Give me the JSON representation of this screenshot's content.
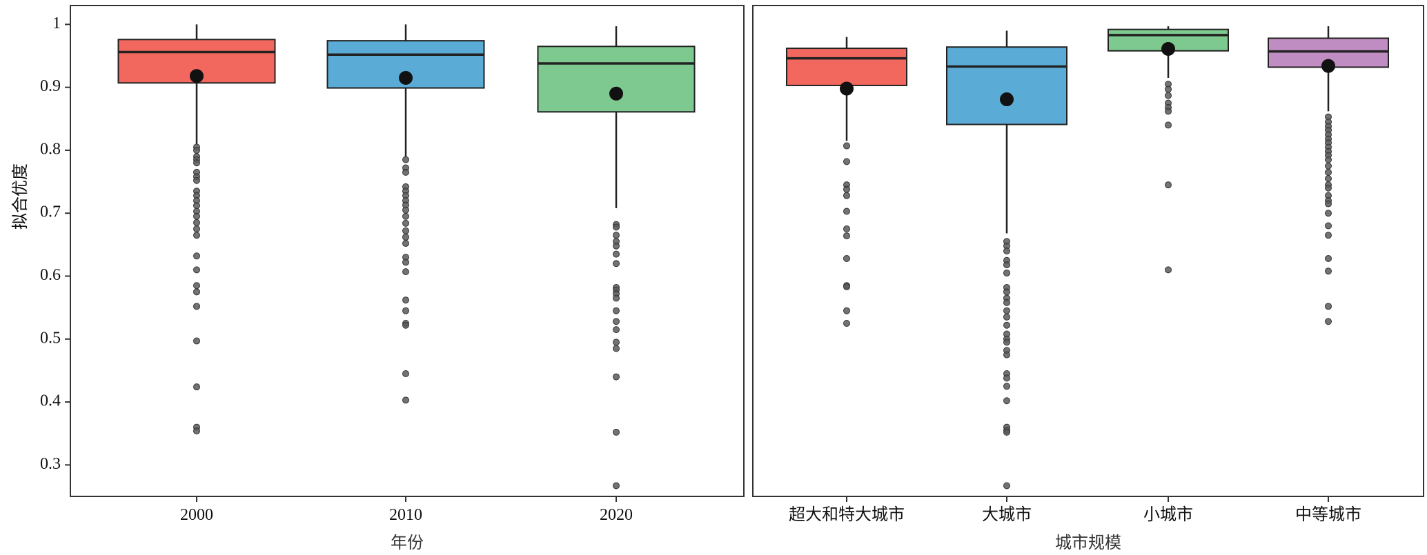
{
  "chart_data": {
    "type": "box",
    "ylabel": "拟合优度",
    "ylim": [
      0.25,
      1.03
    ],
    "y_ticks": [
      0.3,
      0.4,
      0.5,
      0.6,
      0.7,
      0.8,
      0.9,
      1
    ],
    "y_tick_labels": [
      "0.3",
      "0.4",
      "0.5",
      "0.6",
      "0.7",
      "0.8",
      "0.9",
      "1"
    ],
    "grid": false,
    "panels": [
      {
        "xlabel": "年份",
        "categories": [
          "2000",
          "2010",
          "2020"
        ],
        "boxes": [
          {
            "name": "2000",
            "color": "#F2685F",
            "whisker_low": 0.81,
            "q1": 0.907,
            "median": 0.956,
            "q3": 0.976,
            "whisker_high": 1.0,
            "mean": 0.918,
            "outliers": [
              0.805,
              0.8,
              0.79,
              0.785,
              0.78,
              0.765,
              0.758,
              0.752,
              0.735,
              0.728,
              0.72,
              0.712,
              0.703,
              0.695,
              0.685,
              0.675,
              0.665,
              0.632,
              0.61,
              0.585,
              0.575,
              0.552,
              0.497,
              0.424,
              0.36,
              0.354
            ]
          },
          {
            "name": "2010",
            "color": "#5AACD6",
            "whisker_low": 0.79,
            "q1": 0.899,
            "median": 0.952,
            "q3": 0.974,
            "whisker_high": 1.0,
            "mean": 0.915,
            "outliers": [
              0.785,
              0.772,
              0.765,
              0.742,
              0.735,
              0.728,
              0.72,
              0.713,
              0.705,
              0.695,
              0.684,
              0.672,
              0.662,
              0.652,
              0.63,
              0.622,
              0.607,
              0.562,
              0.545,
              0.525,
              0.522,
              0.445,
              0.403
            ]
          },
          {
            "name": "2020",
            "color": "#7DC98F",
            "whisker_low": 0.708,
            "q1": 0.861,
            "median": 0.938,
            "q3": 0.965,
            "whisker_high": 0.997,
            "mean": 0.89,
            "outliers": [
              0.682,
              0.678,
              0.665,
              0.655,
              0.648,
              0.635,
              0.62,
              0.582,
              0.578,
              0.572,
              0.565,
              0.545,
              0.528,
              0.515,
              0.495,
              0.485,
              0.44,
              0.352,
              0.267
            ]
          }
        ]
      },
      {
        "xlabel": "城市规模",
        "categories": [
          "超大和特大城市",
          "大城市",
          "小城市",
          "中等城市"
        ],
        "boxes": [
          {
            "name": "超大和特大城市",
            "color": "#F2685F",
            "whisker_low": 0.815,
            "q1": 0.903,
            "median": 0.946,
            "q3": 0.962,
            "whisker_high": 0.98,
            "mean": 0.898,
            "outliers": [
              0.807,
              0.782,
              0.745,
              0.738,
              0.728,
              0.703,
              0.675,
              0.664,
              0.628,
              0.585,
              0.583,
              0.545,
              0.525
            ]
          },
          {
            "name": "大城市",
            "color": "#5AACD6",
            "whisker_low": 0.668,
            "q1": 0.841,
            "median": 0.933,
            "q3": 0.964,
            "whisker_high": 0.99,
            "mean": 0.881,
            "outliers": [
              0.655,
              0.648,
              0.64,
              0.625,
              0.618,
              0.605,
              0.582,
              0.575,
              0.565,
              0.558,
              0.545,
              0.535,
              0.522,
              0.508,
              0.5,
              0.495,
              0.482,
              0.475,
              0.445,
              0.438,
              0.425,
              0.402,
              0.36,
              0.355,
              0.352,
              0.267
            ]
          },
          {
            "name": "小城市",
            "color": "#7DC98F",
            "whisker_low": 0.915,
            "q1": 0.958,
            "median": 0.983,
            "q3": 0.992,
            "whisker_high": 0.997,
            "mean": 0.961,
            "outliers": [
              0.905,
              0.897,
              0.887,
              0.875,
              0.868,
              0.862,
              0.84,
              0.745,
              0.61
            ]
          },
          {
            "name": "中等城市",
            "color": "#C08DC2",
            "whisker_low": 0.862,
            "q1": 0.932,
            "median": 0.957,
            "q3": 0.978,
            "whisker_high": 0.997,
            "mean": 0.934,
            "outliers": [
              0.853,
              0.845,
              0.838,
              0.832,
              0.825,
              0.818,
              0.812,
              0.805,
              0.798,
              0.792,
              0.785,
              0.775,
              0.765,
              0.755,
              0.745,
              0.74,
              0.728,
              0.72,
              0.715,
              0.7,
              0.68,
              0.665,
              0.628,
              0.608,
              0.552,
              0.528
            ]
          }
        ]
      }
    ]
  }
}
